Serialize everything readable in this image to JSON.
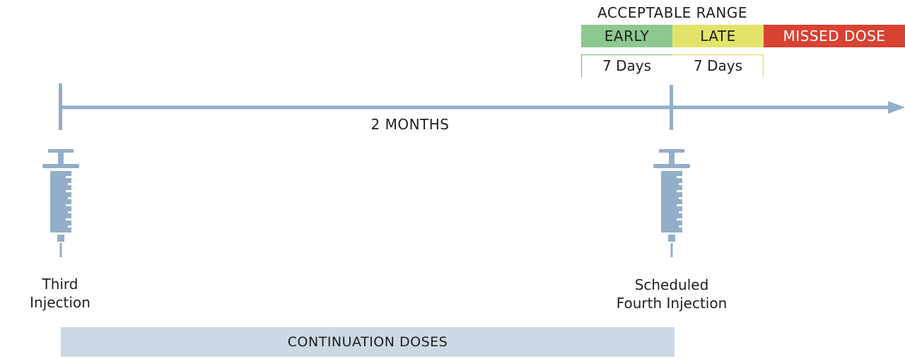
{
  "acceptable_range": {
    "title": "ACCEPTABLE RANGE",
    "early": {
      "label": "EARLY",
      "days": "7 Days",
      "color": "#8dc891"
    },
    "late": {
      "label": "LATE",
      "days": "7 Days",
      "color": "#e2e46a"
    },
    "missed": {
      "label": "MISSED DOSE",
      "color": "#d84233"
    }
  },
  "timeline": {
    "interval_label": "2 MONTHS",
    "color": "#93aec8"
  },
  "injections": {
    "third": {
      "line1": "Third",
      "line2": "Injection",
      "icon": "syringe-icon"
    },
    "fourth": {
      "line1": "Scheduled",
      "line2": "Fourth Injection",
      "icon": "syringe-icon"
    }
  },
  "continuation": {
    "label": "CONTINUATION DOSES",
    "color": "#ccd9e4"
  }
}
